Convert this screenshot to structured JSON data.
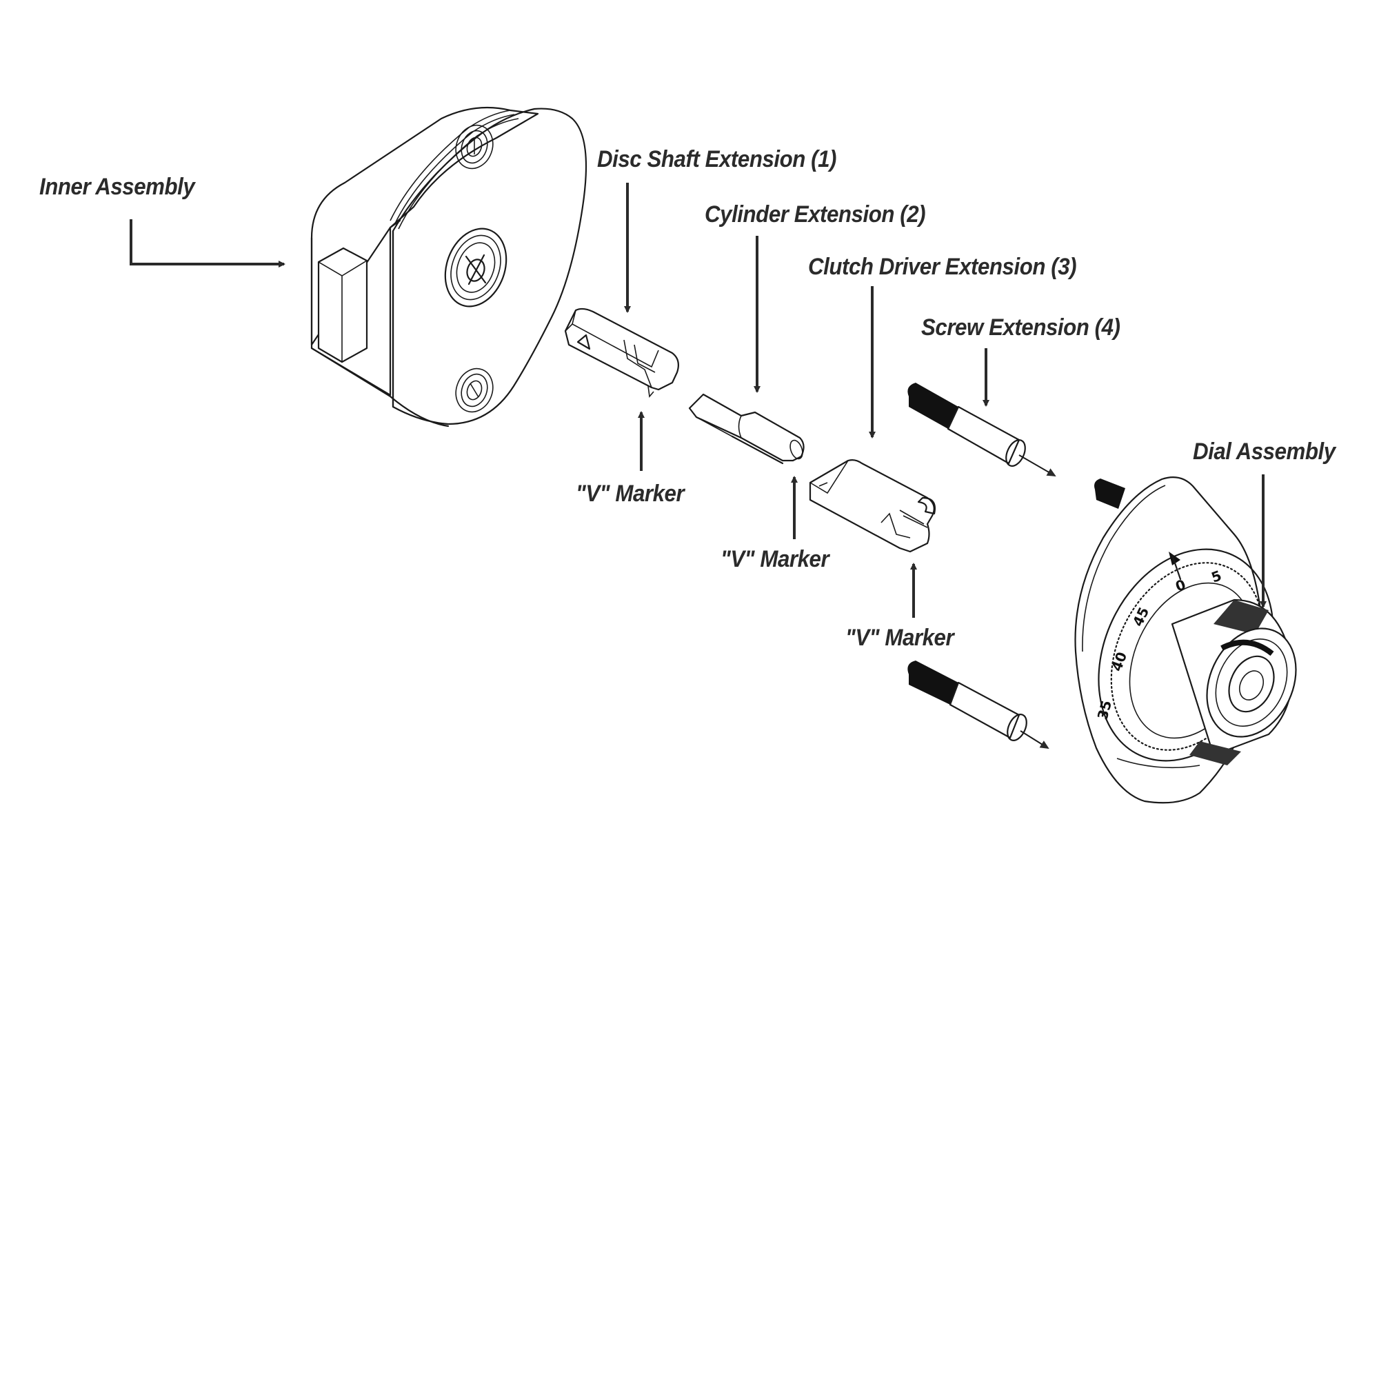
{
  "diagram": {
    "type": "exploded-assembly",
    "subject": "combination dial lock",
    "colors": {
      "line": "#1a1a1a",
      "text": "#2b2b2b",
      "background": "#ffffff"
    },
    "labels": {
      "inner_assembly": "Inner Assembly",
      "disc_shaft_extension": "Disc Shaft Extension (1)",
      "cylinder_extension": "Cylinder Extension (2)",
      "clutch_driver_extension": "Clutch Driver Extension (3)",
      "screw_extension": "Screw Extension (4)",
      "dial_assembly": "Dial Assembly",
      "v_marker_1": "\"V\" Marker",
      "v_marker_2": "\"V\" Marker",
      "v_marker_3": "\"V\" Marker"
    },
    "dial_numbers": [
      "0",
      "5",
      "45",
      "40",
      "35"
    ],
    "parts": [
      {
        "id": "inner-assembly",
        "name": "Inner Assembly"
      },
      {
        "id": "disc-shaft-extension",
        "name": "Disc Shaft Extension",
        "number": 1
      },
      {
        "id": "cylinder-extension",
        "name": "Cylinder Extension",
        "number": 2
      },
      {
        "id": "clutch-driver-extension",
        "name": "Clutch Driver Extension",
        "number": 3
      },
      {
        "id": "screw-extension",
        "name": "Screw Extension",
        "number": 4,
        "count_shown": 2
      },
      {
        "id": "dial-assembly",
        "name": "Dial Assembly"
      }
    ]
  }
}
